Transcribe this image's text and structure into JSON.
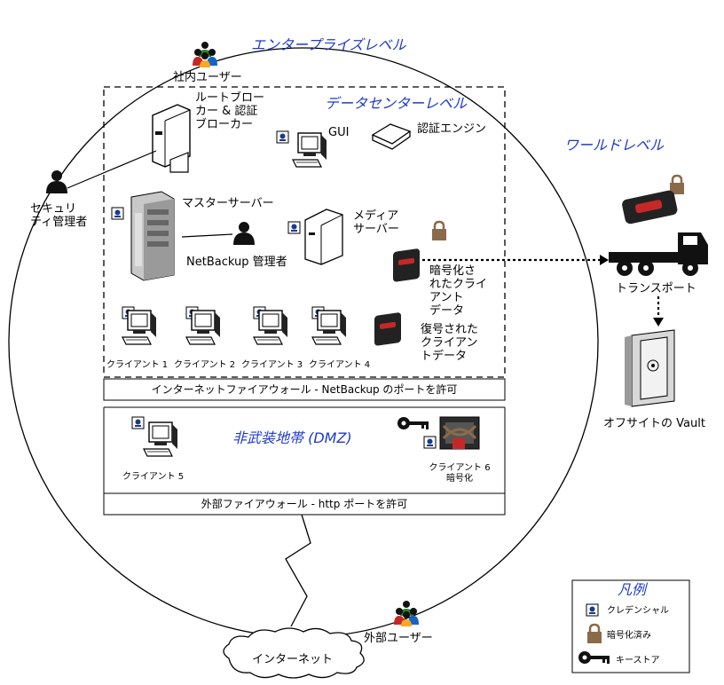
{
  "zones": {
    "enterprise": "エンタープライズレベル",
    "datacenter": "データセンターレベル",
    "world": "ワールドレベル",
    "dmz": "非武装地帯 (DMZ)"
  },
  "nodes": {
    "internal_users": "社内ユーザー",
    "root_broker": "ルートブロー\nカー & 認証\nブローカー",
    "gui": "GUI",
    "auth_engine": "認証エンジン",
    "security_admin": "セキュリ\nティ管理者",
    "master_server": "マスターサーバー",
    "netbackup_admin": "NetBackup 管理者",
    "media_server": "メディア\nサーバー",
    "encrypted_client_data": "暗号化さ\nれたクライ\nアント\nデータ",
    "decrypted_client_data": "復号された\nクライアン\nトデータ",
    "transport": "トランスポート",
    "offsite_vault": "オフサイトの Vault",
    "client1": "クライアント 1",
    "client2": "クライアント 2",
    "client3": "クライアント 3",
    "client4": "クライアント 4",
    "client5": "クライアント 5",
    "client6": "クライアント 6\n暗号化",
    "external_users": "外部ユーザー",
    "internet": "インターネット"
  },
  "firewalls": {
    "internet": "インターネットファイアウォール - NetBackup のポートを許可",
    "external": "外部ファイアウォール - http ポートを許可"
  },
  "legend": {
    "title": "凡例",
    "credential": "クレデンシャル",
    "encrypted": "暗号化済み",
    "keystore": "キーストア"
  },
  "colors": {
    "zone_label": "#1f3ac7",
    "lock": "#8b6a4a",
    "credential_badge": "#1a3a8a"
  }
}
